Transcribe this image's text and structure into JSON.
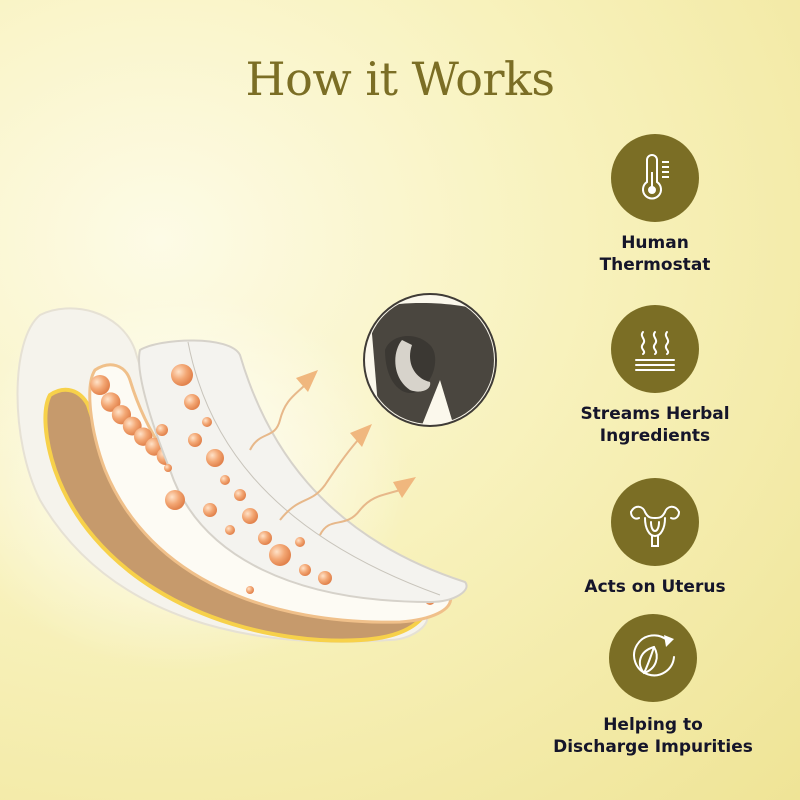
{
  "page": {
    "title": "How it Works"
  },
  "features": [
    {
      "icon": "thermometer-icon",
      "line1": "Human",
      "line2": "Thermostat"
    },
    {
      "icon": "heat-waves-icon",
      "line1": "Streams Herbal",
      "line2": "Ingredients"
    },
    {
      "icon": "uterus-icon",
      "line1": "Acts on Uterus",
      "line2": ""
    },
    {
      "icon": "leaf-cycle-icon",
      "line1": "Helping to",
      "line2": "Discharge Impurities"
    }
  ],
  "colors": {
    "accent": "#7b6e25",
    "text": "#15152a",
    "background": "#f8f2bd",
    "bead": "#f0a070"
  }
}
